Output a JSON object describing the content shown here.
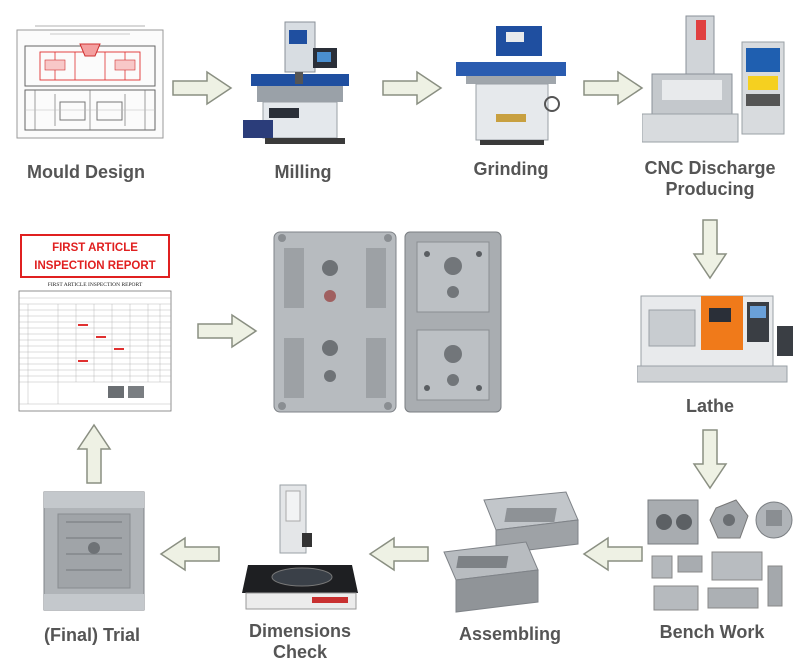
{
  "steps": {
    "mould_design": "Mould Design",
    "milling": "Milling",
    "grinding": "Grinding",
    "cnc_line1": "CNC Discharge",
    "cnc_line2": "Producing",
    "lathe": "Lathe",
    "bench_work": "Bench Work",
    "assembling": "Assembling",
    "dimensions_line1": "Dimensions",
    "dimensions_line2": "Check",
    "final_trial": "(Final) Trial"
  },
  "report": {
    "title_line1": "FIRST  ARTICLE",
    "title_line2": "INSPECTION  REPORT",
    "subtitle": "FIRST  ARTICLE  INSPECTION  REPORT"
  },
  "colors": {
    "arrow_fill": "#eef1e4",
    "arrow_stroke": "#8a8f82",
    "label_text": "#555555",
    "report_red": "#e02020"
  }
}
